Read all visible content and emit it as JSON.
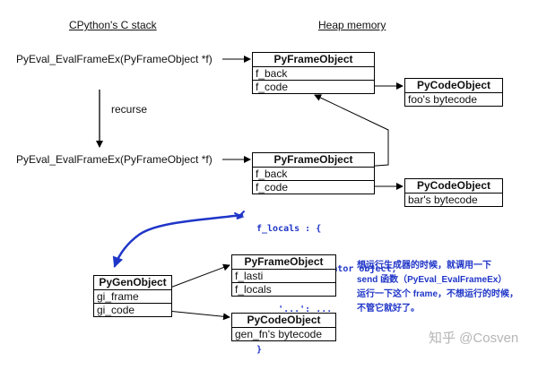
{
  "headers": {
    "stack": "CPython's C stack",
    "heap": "Heap memory"
  },
  "stack_calls": [
    "PyEval_EvalFrameEx(PyFrameObject *f)",
    "PyEval_EvalFrameEx(PyFrameObject *f)"
  ],
  "recurse_label": "recurse",
  "frame1": {
    "title": "PyFrameObject",
    "rows": [
      "f_back",
      "f_code"
    ]
  },
  "code1": {
    "title": "PyCodeObject",
    "rows": [
      "foo's bytecode"
    ]
  },
  "frame2": {
    "title": "PyFrameObject",
    "rows": [
      "f_back",
      "f_code"
    ]
  },
  "code2": {
    "title": "PyCodeObject",
    "rows": [
      "bar's bytecode"
    ]
  },
  "locals_lines": [
    "f_locals : {",
    "    'g': generator object,",
    "    '...': ...",
    "}"
  ],
  "gen": {
    "title": "PyGenObject",
    "rows": [
      "gi_frame",
      "gi_code"
    ]
  },
  "frame3": {
    "title": "PyFrameObject",
    "rows": [
      "f_lasti",
      "f_locals"
    ]
  },
  "code3": {
    "title": "PyCodeObject",
    "rows": [
      "gen_fn's bytecode"
    ]
  },
  "note_lines": [
    "想运行生成器的时候，就调用一下",
    "send 函数（PyEval_EvalFrameEx）",
    "运行一下这个 frame，不想运行的时候，",
    "不管它就好了。"
  ],
  "watermark": "知乎 @Cosven",
  "colors": {
    "annotation": "#1f35c8",
    "line": "#000000"
  }
}
